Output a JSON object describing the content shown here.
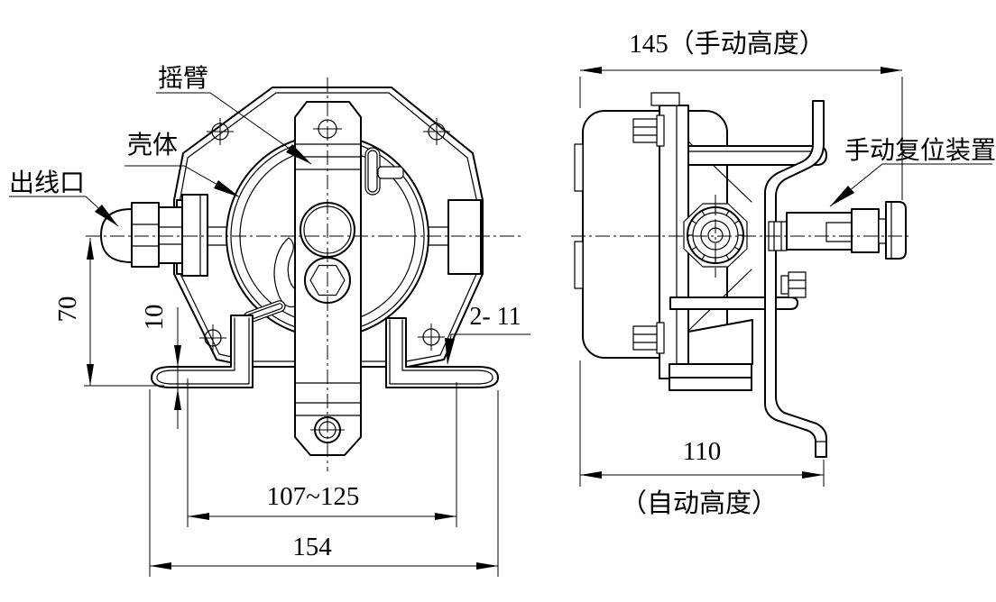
{
  "drawing": {
    "front_view": {
      "labels": {
        "rocker_arm": "摇臂",
        "housing": "壳体",
        "wire_outlet": "出线口",
        "holes_note": "2- 11"
      },
      "dimensions": {
        "base_height": "70",
        "foot_thickness": "10",
        "mount_span": "107~125",
        "overall_width": "154"
      }
    },
    "side_view": {
      "labels": {
        "manual_reset": "手动复位装置"
      },
      "dimensions": {
        "manual_height": "145（手动高度）",
        "depth": "110",
        "auto_height_note": "（自动高度）"
      }
    },
    "colors": {
      "line": "#000000",
      "background": "#ffffff"
    }
  }
}
